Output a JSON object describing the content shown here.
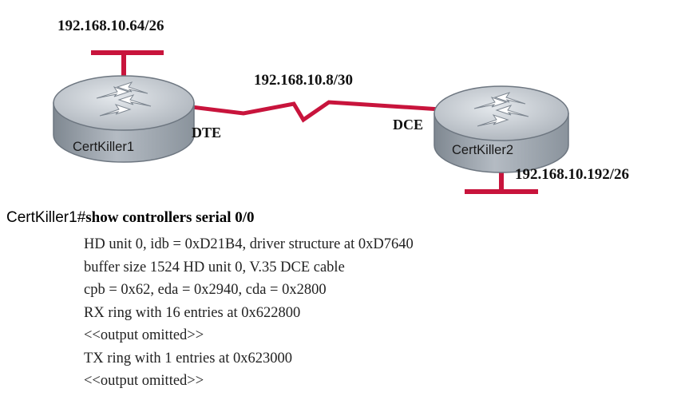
{
  "networks": {
    "left_lan": "192.168.10.64/26",
    "serial_link": "192.168.10.8/30",
    "right_lan": "192.168.10.192/26"
  },
  "link_ends": {
    "dte": "DTE",
    "dce": "DCE"
  },
  "routers": {
    "left": "CertKiller1",
    "right": "CertKiller2"
  },
  "terminal": {
    "prompt": "CertKiller1#",
    "command": "show controllers serial 0/0",
    "lines": [
      "HD unit 0, idb = 0xD21B4, driver structure at 0xD7640",
      "buffer size 1524 HD unit 0, V.35 DCE cable",
      "cpb = 0x62, eda = 0x2940, cda = 0x2800",
      "RX ring with 16 entries at 0x622800",
      "<<output omitted>>",
      "TX ring with 1 entries at 0x623000",
      "<<output omitted>>"
    ]
  },
  "colors": {
    "link": "#c8143c",
    "router_top": "#b9bfc6",
    "router_side": "#9aa2ab"
  }
}
